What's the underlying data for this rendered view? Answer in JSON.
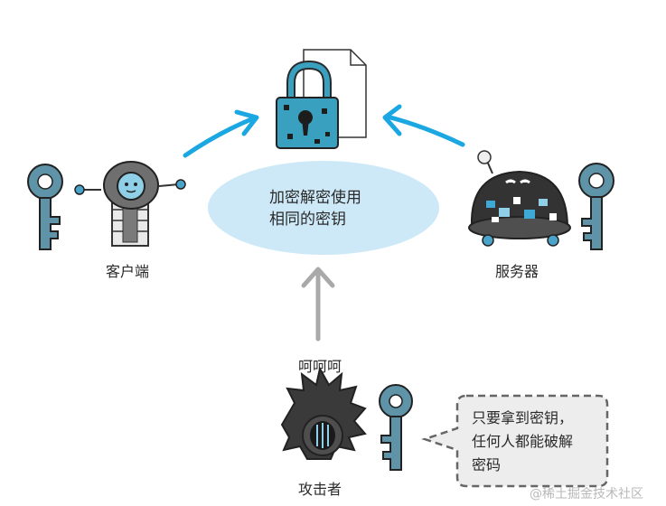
{
  "center_note": {
    "line1": "加密解密使用",
    "line2": "相同的密钥"
  },
  "client": {
    "label": "客户端"
  },
  "server": {
    "label": "服务器"
  },
  "attacker": {
    "label": "攻击者",
    "laugh": "呵呵呵",
    "speech_line1": "只要拿到密钥，",
    "speech_line2": "任何人都能破解",
    "speech_line3": "密码"
  },
  "watermark": "@稀土掘金技术社区",
  "colors": {
    "arrow_blue": "#1aa7e2",
    "arrow_gray": "#a9a9a9",
    "ellipse_fill": "#cde9f7",
    "lock_blue": "#3aa0bf",
    "key_fill": "#5f93a8"
  }
}
